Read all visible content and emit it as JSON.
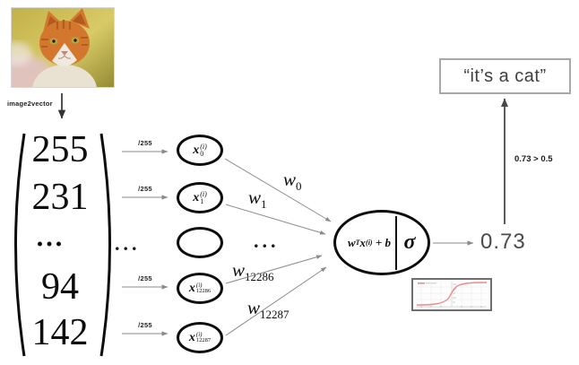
{
  "colors": {
    "ink": "#0d0d0d",
    "arrow_gray": "#8a8a8a",
    "arrow_dark": "#4a4a4a",
    "output_text": "#4a4a4a",
    "box_border": "#a8a8a8",
    "sigmoid_curve": "#ef8a8a"
  },
  "cat_image": {
    "icon": "cat-photo"
  },
  "image2vector": {
    "label": "image2vector"
  },
  "vector": {
    "values": [
      "255",
      "231",
      "...",
      "94",
      "142"
    ]
  },
  "scale": {
    "label": "/255"
  },
  "nodes": {
    "base": "x",
    "sup": "(i)",
    "items": [
      {
        "sub": "0"
      },
      {
        "sub": "1"
      },
      {
        "sub": ""
      },
      {
        "sub": "12286"
      },
      {
        "sub": "12287"
      }
    ]
  },
  "dots": {
    "label": "..."
  },
  "weights": {
    "base": "w",
    "items": [
      {
        "sub": "0"
      },
      {
        "sub": "1"
      },
      {
        "sub": "12286"
      },
      {
        "sub": "12287"
      }
    ]
  },
  "neuron": {
    "w": "w",
    "w_sup": "T",
    "x": "x",
    "x_sup": "(i)",
    "plus_b": "+ b",
    "sigma": "σ"
  },
  "output": {
    "value": "0.73"
  },
  "decision": {
    "label": "0.73 > 0.5"
  },
  "result": {
    "label": "“it’s a cat”"
  },
  "sigmoid_plot": {
    "icon": "sigmoid-curve-thumbnail"
  }
}
